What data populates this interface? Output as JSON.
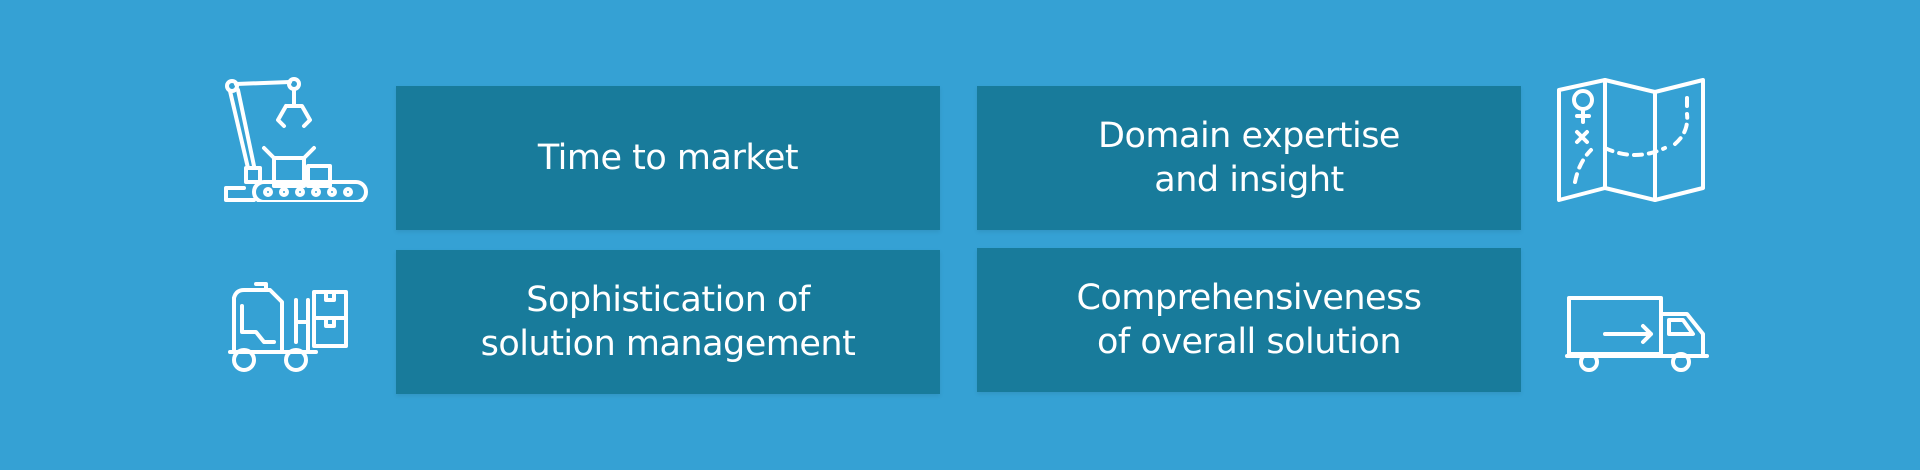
{
  "cards": [
    {
      "label": "Time to market",
      "icon": "robot-arm-conveyor-icon"
    },
    {
      "label": "Domain expertise\nand insight",
      "icon": "map-icon"
    },
    {
      "label": "Sophistication of\nsolution management",
      "icon": "forklift-icon"
    },
    {
      "label": "Comprehensiveness\nof overall solution",
      "icon": "delivery-truck-icon"
    }
  ],
  "colors": {
    "background": "#35a1d4",
    "card": "#187b9b",
    "text": "#ffffff"
  }
}
